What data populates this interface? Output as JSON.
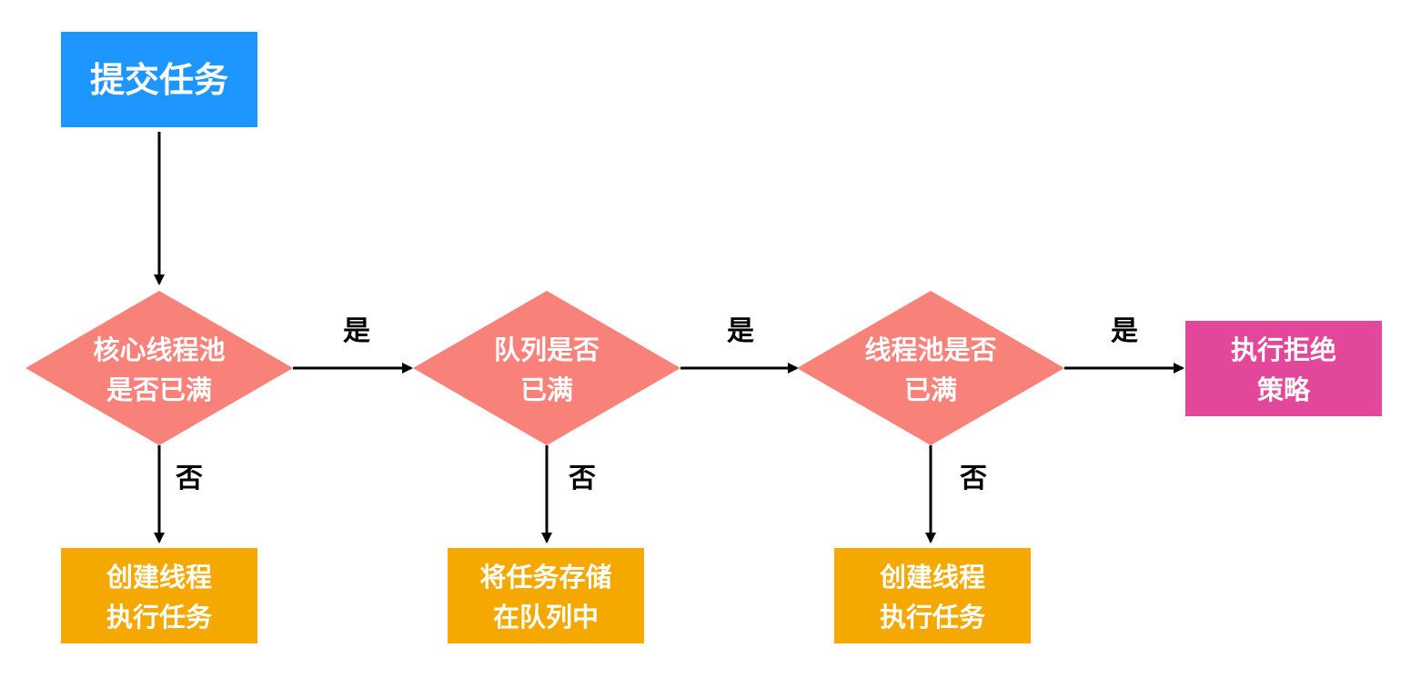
{
  "colors": {
    "start": "#1E96FF",
    "decision": "#F8827A",
    "process": "#F5A800",
    "reject": "#E2479A",
    "arrow": "#000000",
    "node_text": "#FFFFFF",
    "edge_text": "#000000"
  },
  "nodes": {
    "submit": {
      "lines": [
        "提交任务"
      ]
    },
    "core_full": {
      "lines": [
        "核心线程池",
        "是否已满"
      ]
    },
    "queue_full": {
      "lines": [
        "队列是否",
        "已满"
      ]
    },
    "pool_full": {
      "lines": [
        "线程池是否",
        "已满"
      ]
    },
    "reject": {
      "lines": [
        "执行拒绝",
        "策略"
      ]
    },
    "create_thread_1": {
      "lines": [
        "创建线程",
        "执行任务"
      ]
    },
    "store_queue": {
      "lines": [
        "将任务存储",
        "在队列中"
      ]
    },
    "create_thread_2": {
      "lines": [
        "创建线程",
        "执行任务"
      ]
    }
  },
  "edges": {
    "submit_to_core": "",
    "core_yes": "是",
    "core_no": "否",
    "queue_yes": "是",
    "queue_no": "否",
    "pool_yes": "是",
    "pool_no": "否"
  }
}
